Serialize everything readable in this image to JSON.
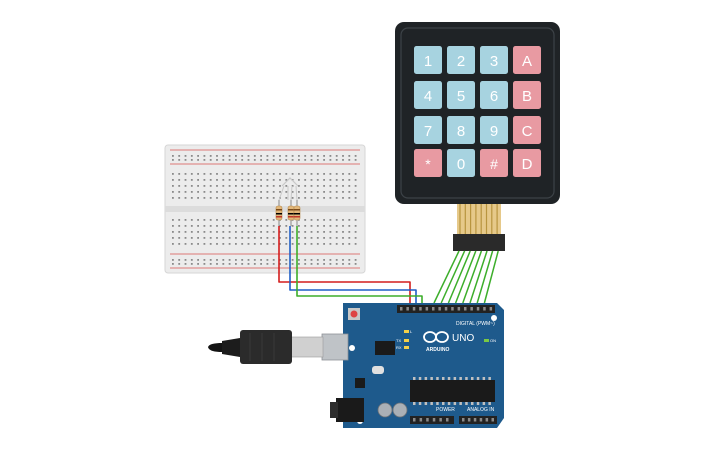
{
  "keypad": {
    "rows": [
      [
        {
          "label": "1",
          "kind": "digit"
        },
        {
          "label": "2",
          "kind": "digit"
        },
        {
          "label": "3",
          "kind": "digit"
        },
        {
          "label": "A",
          "kind": "letter"
        }
      ],
      [
        {
          "label": "4",
          "kind": "digit"
        },
        {
          "label": "5",
          "kind": "digit"
        },
        {
          "label": "6",
          "kind": "digit"
        },
        {
          "label": "B",
          "kind": "letter"
        }
      ],
      [
        {
          "label": "7",
          "kind": "digit"
        },
        {
          "label": "8",
          "kind": "digit"
        },
        {
          "label": "9",
          "kind": "digit"
        },
        {
          "label": "C",
          "kind": "letter"
        }
      ],
      [
        {
          "label": "*",
          "kind": "symbol"
        },
        {
          "label": "0",
          "kind": "digit"
        },
        {
          "label": "#",
          "kind": "symbol"
        },
        {
          "label": "D",
          "kind": "letter"
        }
      ]
    ]
  },
  "arduino": {
    "model": "UNO",
    "brand": "ARDUINO",
    "digital_label": "DIGITAL (PWM~)",
    "power_label": "POWER",
    "analog_label": "ANALOG IN",
    "tx_label": "TX",
    "rx_label": "RX",
    "l_label": "L",
    "on_label": "ON"
  },
  "colors": {
    "key_blue": "#a7d3e0",
    "key_pink": "#e89aa2",
    "keypad_body": "#1f2326",
    "arduino_board": "#1e5a8c",
    "wire_red": "#d41d1d",
    "wire_blue": "#1f5fc7",
    "wire_green": "#3dae2b",
    "breadboard": "#eeeeee",
    "resistor_body": "#e2b77a"
  },
  "icons": {
    "usb_cable": "usb-cable-icon",
    "resistor": "resistor-icon",
    "chip": "ic-chip-icon"
  }
}
